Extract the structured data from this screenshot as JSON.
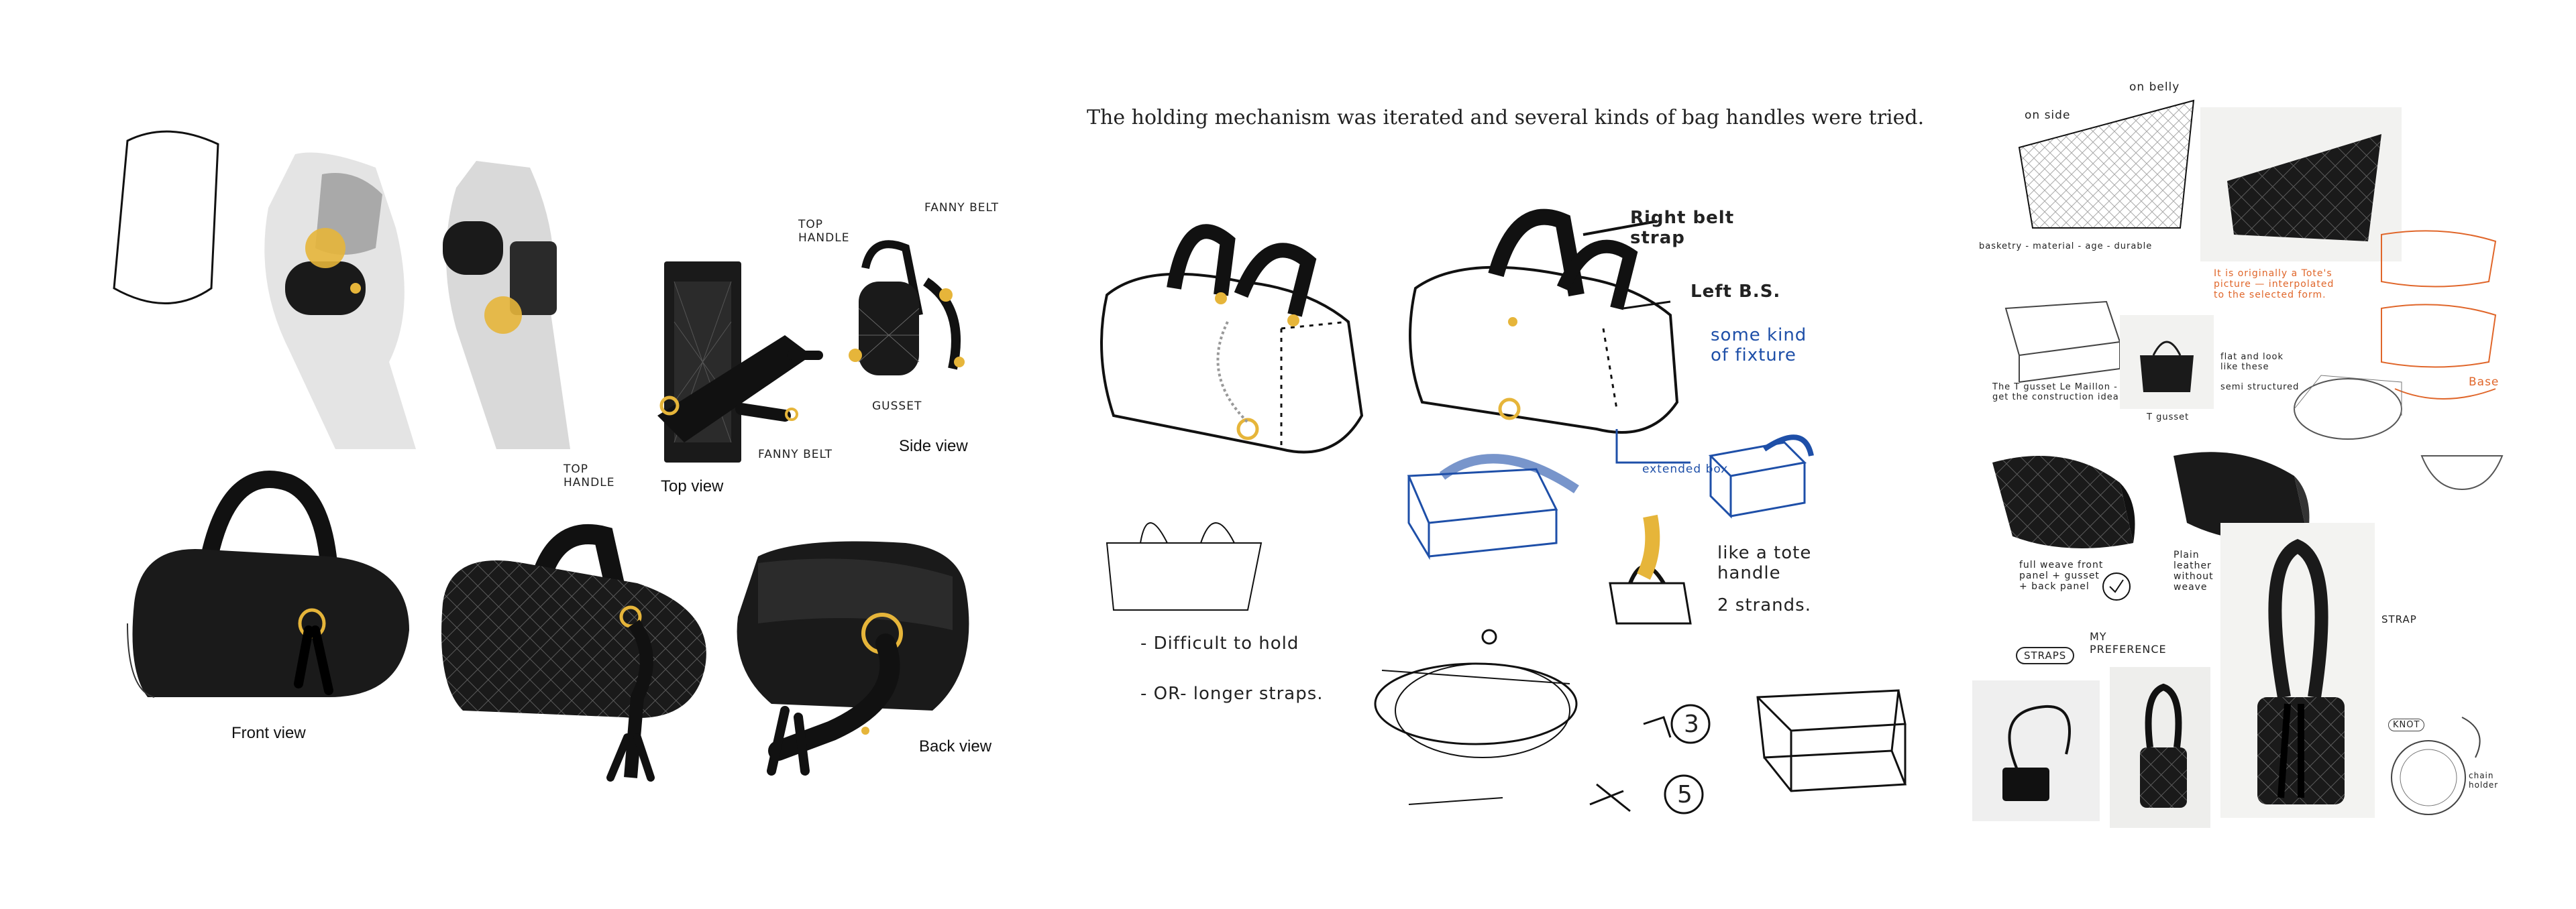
{
  "caption": "The holding mechanism was iterated and several kinds of bag handles were tried.",
  "views": {
    "front": "Front view",
    "top": "Top view",
    "side": "Side view",
    "back": "Back view"
  },
  "top_view_labels": {
    "top_handle": "TOP HANDLE",
    "fanny_belt": "FANNY BELT"
  },
  "side_view_labels": {
    "top_handle": "TOP HANDLE",
    "fanny_belt": "FANNY BELT",
    "gusset": "GUSSET"
  },
  "sketch_notes": {
    "right_belt_strap": "Right belt strap",
    "left_bs": "Left B.S.",
    "some_kind_of_fixture": "some kind of fixture",
    "extended_box": "extended box",
    "like_a_tote_handle": "like a tote handle",
    "two_strands": "2 strands.",
    "difficult_to_hold": "- Difficult to hold",
    "or_longer_straps": "- OR- longer straps.",
    "circle_3": "3",
    "circle_5": "5"
  },
  "research_notes": {
    "on_side": "on side",
    "on_belly": "on belly",
    "basketry": "basketry - material - age - durable",
    "t_gusset": "The T gusset  Le Maillon - to get the construction idea",
    "t_gusset_short": "T gusset",
    "flat_and_look": "flat and look like these",
    "semi_structured": "semi structured",
    "origami_note": "It is originally a Tote's picture — interpolated to the selected form.",
    "base": "Base",
    "full_weave": "full weave front panel + gusset + back panel",
    "plain_leather": "Plain leather without weave",
    "my_preference": "MY PREFERENCE",
    "straps": "STRAPS",
    "strap": "STRAP",
    "knot": "KNOT",
    "chain_holder": "chain holder"
  },
  "colors": {
    "leather": "#1a1a1a",
    "gold": "#e6b53a",
    "sketch_blue": "#1e4fa8",
    "sketch_orange": "#e0662a"
  }
}
